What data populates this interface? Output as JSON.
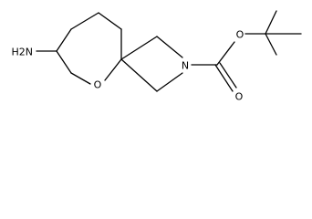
{
  "molecule": {
    "labels": {
      "amine": "H2N",
      "ring_oxygen": "O",
      "ring_nitrogen": "N",
      "carbonyl_oxygen": "O",
      "ester_oxygen": "O"
    }
  }
}
